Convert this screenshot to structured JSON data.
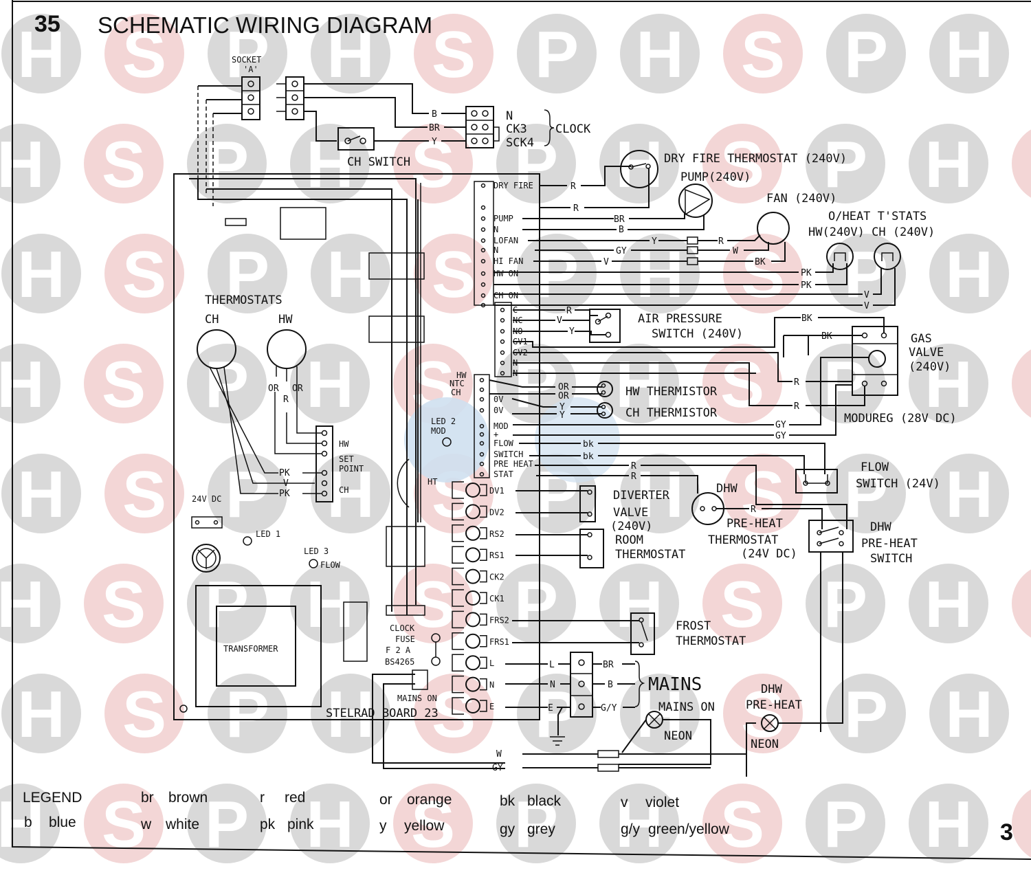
{
  "header": {
    "section_number": "35",
    "title": "SCHEMATIC WIRING DIAGRAM"
  },
  "page_number_partial": "3",
  "watermark": {
    "letters": [
      "H",
      "S",
      "P"
    ],
    "colors": {
      "grey": "#d9d9d9",
      "pink": "#f3d6d6",
      "blue": "#cfe0f0"
    }
  },
  "components": {
    "socket": {
      "line1": "SOCKET",
      "line2": "'A'"
    },
    "clock": {
      "label": "CLOCK",
      "terminals": [
        "N",
        "CK3",
        "SCK4"
      ],
      "wires": [
        "B",
        "BR",
        "Y"
      ]
    },
    "ch_switch": "CH SWITCH",
    "dry_fire": "DRY FIRE THERMOSTAT (240V)",
    "pump": "PUMP(240V)",
    "fan": "FAN (240V)",
    "oheat": {
      "line1": "O/HEAT T'STATS",
      "line2": "HW(240V) CH (240V)"
    },
    "air_pressure": {
      "line1": "AIR PRESSURE",
      "line2": "SWITCH (240V)"
    },
    "gas_valve": {
      "line1": "GAS",
      "line2": "VALVE",
      "line3": "(240V)"
    },
    "modureg": "MODUREG (28V DC)",
    "hw_thermistor": "HW THERMISTOR",
    "ch_thermistor": "CH THERMISTOR",
    "flow_switch": {
      "line1": "FLOW",
      "line2": "SWITCH (24V)"
    },
    "diverter": {
      "line1": "DIVERTER",
      "line2": "VALVE",
      "line3": "(240V)"
    },
    "room_stat": {
      "line1": "ROOM",
      "line2": "THERMOSTAT"
    },
    "dhw_preheat_stat": {
      "line1": "DHW",
      "line2": "PRE-HEAT",
      "line3": "THERMOSTAT",
      "line4": "(24V DC)"
    },
    "dhw_preheat_switch": {
      "line1": "DHW",
      "line2": "PRE-HEAT",
      "line3": "SWITCH"
    },
    "frost": {
      "line1": "FROST",
      "line2": "THERMOSTAT"
    },
    "mains": {
      "label": "MAINS",
      "terminals": [
        "L",
        "N",
        "E"
      ],
      "wires": [
        "BR",
        "B",
        "G/Y"
      ]
    },
    "mains_on_neon": {
      "line1": "MAINS ON",
      "line2": "NEON"
    },
    "dhw_neon": {
      "line1": "DHW",
      "line2": "PRE-HEAT",
      "line3": "NEON"
    },
    "thermostats": {
      "title": "THERMOSTATS",
      "ch": "CH",
      "hw": "HW",
      "wires_hw": [
        "OR",
        "R",
        "OR"
      ],
      "wires_ch": [
        "PK",
        "V",
        "PK"
      ],
      "terms": [
        "HW",
        "SET",
        "POINT",
        "CH"
      ]
    },
    "board": {
      "name": "STELRAD BOARD 23",
      "transformer": "TRANSFORMER",
      "v24": "24V DC",
      "led1": "LED 1",
      "led2": {
        "line1": "LED 2",
        "line2": "MOD"
      },
      "led3": {
        "line1": "LED 3",
        "line2": "FLOW"
      },
      "ntc": {
        "line1": "HW",
        "line2": "NTC",
        "line3": "CH"
      },
      "ht": "HT",
      "fuse": {
        "line1": "CLOCK",
        "line2": "FUSE",
        "line3": "F 2 A",
        "line4": "BS4265"
      },
      "mains_on": "MAINS ON",
      "top_terms": [
        "DRY FIRE",
        "",
        "PUMP",
        "N",
        "LOFAN",
        "N",
        "HI FAN",
        "HW ON",
        "",
        "CH ON",
        ""
      ],
      "aps_terms": [
        "C",
        "NC",
        "NO",
        "GV1",
        "GV2",
        "N",
        "N"
      ],
      "ntc_terms": [
        "",
        "",
        "0V",
        "0V",
        "MOD",
        "+",
        "FLOW",
        "SWITCH",
        "PRE HEAT",
        "STAT"
      ],
      "bottom_terms": [
        "DV1",
        "DV2",
        "RS2",
        "RS1",
        "CK2",
        "CK1",
        "FRS2",
        "FRS1",
        "L",
        "N",
        "E"
      ]
    },
    "wire_labels": {
      "r": "R",
      "br": "BR",
      "b": "B",
      "y": "Y",
      "gy": "GY",
      "w": "W",
      "v": "V",
      "bk": "BK",
      "pk": "PK",
      "or": "OR",
      "bk_lower": "bk"
    }
  },
  "legend": {
    "title": "LEGEND",
    "items": [
      {
        "code": "br",
        "name": "brown"
      },
      {
        "code": "r",
        "name": "red"
      },
      {
        "code": "or",
        "name": "orange"
      },
      {
        "code": "bk",
        "name": "black"
      },
      {
        "code": "v",
        "name": "violet"
      },
      {
        "code": "b",
        "name": "blue"
      },
      {
        "code": "w",
        "name": "white"
      },
      {
        "code": "pk",
        "name": "pink"
      },
      {
        "code": "y",
        "name": "yellow"
      },
      {
        "code": "gy",
        "name": "grey"
      },
      {
        "code": "g/y",
        "name": "green/yellow"
      }
    ]
  }
}
